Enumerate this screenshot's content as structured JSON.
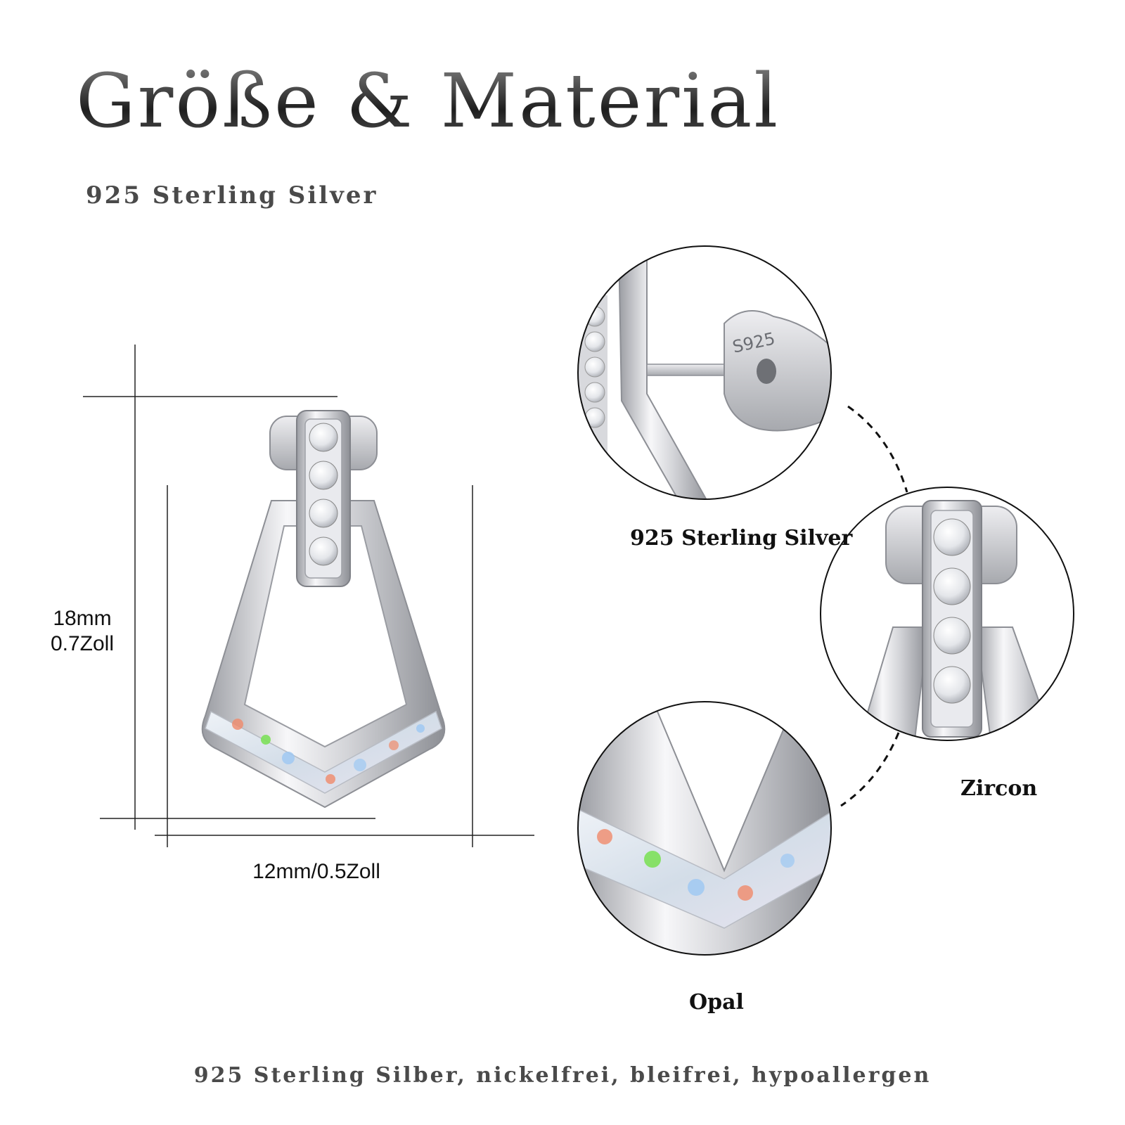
{
  "header": {
    "title": "Größe & Material",
    "subtitle": "925 Sterling Silver"
  },
  "dimensions": {
    "height_mm": "18mm",
    "height_in": "0.7Zoll",
    "width": "12mm/0.5Zoll"
  },
  "callouts": [
    {
      "label": "925 Sterling Silver",
      "stamp": "S925"
    },
    {
      "label": "Zircon"
    },
    {
      "label": "Opal"
    }
  ],
  "footer": {
    "text": "925 Sterling Silber, nickelfrei, bleifrei, hypoallergen"
  },
  "colors": {
    "silver_light": "#f4f4f6",
    "silver_mid": "#c9cace",
    "silver_dark": "#8d8f95",
    "opal_base": "#dfe6ee",
    "opal_fleck_orange": "#f08a6a",
    "opal_fleck_green": "#7de05a",
    "opal_fleck_blue": "#9cc7f2"
  }
}
